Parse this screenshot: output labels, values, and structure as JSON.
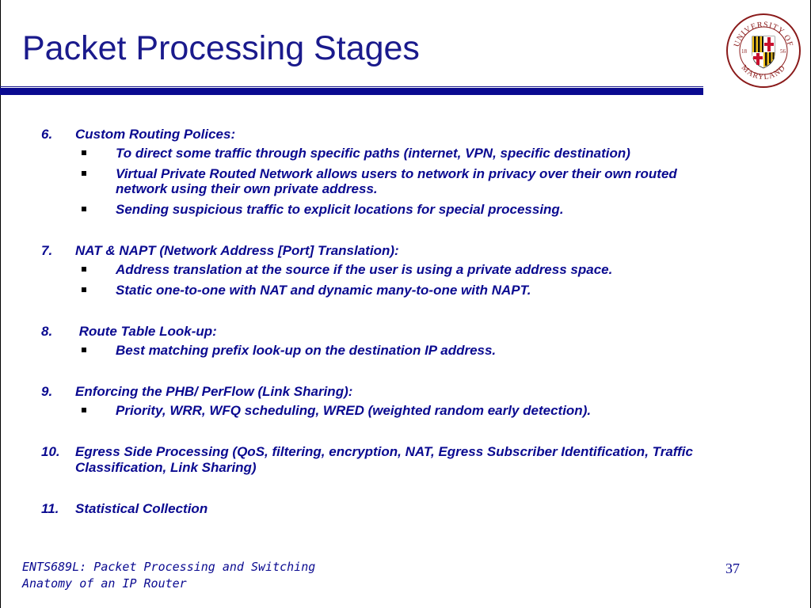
{
  "slide": {
    "title": "Packet Processing Stages",
    "logo": {
      "icon": "university-of-maryland-seal",
      "text_top": "UNIVERSITY OF",
      "text_bottom": "MARYLAND",
      "year_left": "18",
      "year_right": "56"
    },
    "items": [
      {
        "number": "6.",
        "heading": "Custom Routing Polices:",
        "bullets": [
          "To direct some traffic through specific paths (internet, VPN, specific destination)",
          "Virtual Private Routed Network allows users to network in privacy over their own routed network using their own private address.",
          "Sending suspicious traffic to explicit locations for special processing."
        ]
      },
      {
        "number": "7.",
        "heading": "NAT & NAPT (Network Address [Port] Translation):",
        "bullets": [
          "Address translation at the source if the user is using a private address space.",
          "Static one-to-one with NAT and dynamic many-to-one with NAPT."
        ]
      },
      {
        "number": "8.",
        "heading": " Route Table Look-up:",
        "bullets": [
          "Best matching prefix look-up on the destination IP address."
        ]
      },
      {
        "number": "9.",
        "heading": "Enforcing the PHB/ PerFlow (Link Sharing):",
        "bullets": [
          "Priority, WRR, WFQ scheduling, WRED (weighted random early detection)."
        ]
      },
      {
        "number": "10.",
        "heading": "Egress Side Processing (QoS, filtering, encryption, NAT, Egress Subscriber Identification, Traffic Classification, Link Sharing)",
        "bullets": []
      },
      {
        "number": "11.",
        "heading": "Statistical Collection",
        "bullets": []
      }
    ],
    "footer": {
      "line1": "ENTS689L: Packet Processing and Switching",
      "line2": "Anatomy of an IP Router"
    },
    "page_number": "37"
  },
  "colors": {
    "title": "#1a1a8c",
    "text": "#0a0a90",
    "rule": "#0a0a90",
    "bullet": "#000000"
  }
}
